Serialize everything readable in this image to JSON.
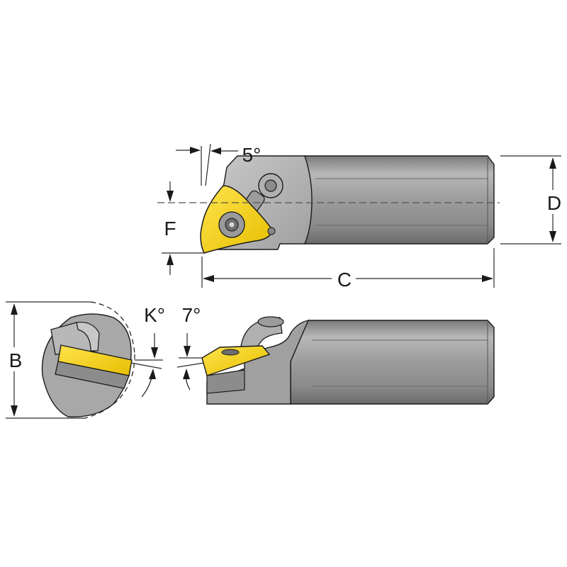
{
  "labels": {
    "angle_top": "5°",
    "dim_f": "F",
    "dim_d": "D",
    "dim_c": "C",
    "dim_b": "B",
    "angle_k": "K°",
    "angle_bottom": "7°"
  },
  "colors": {
    "insert": "#F5D000",
    "body_light": "#bdbdbd",
    "body_mid": "#9a9a9a",
    "body_dark": "#6e6e6e",
    "line": "#1a1a1a"
  }
}
